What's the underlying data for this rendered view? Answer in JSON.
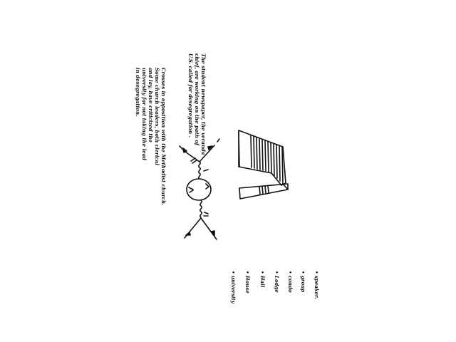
{
  "notes": {
    "para1": [
      "Crosses in opposition with the Methodist church.",
      "Some church leaders, both clerical",
      "and lay, have criticized the",
      "university for not taking the lead",
      "in desegregation."
    ],
    "para2": [
      "The student newspaper, the veranda",
      "chief, are working on the path of",
      "U.S. called for desegregation ."
    ]
  },
  "list": [
    "• university",
    "• House",
    "• Hall",
    "• Lodge",
    "• condo",
    "• group",
    "• speaker."
  ]
}
